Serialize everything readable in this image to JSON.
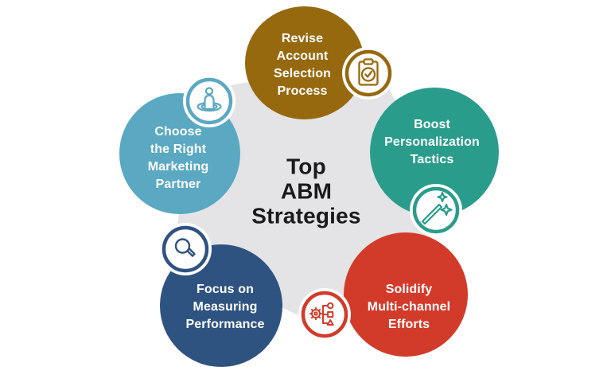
{
  "title": {
    "text": "Top\nABM\nStrategies",
    "color": "#1A1A1A"
  },
  "background": {
    "page": "#FFFFFF",
    "pentagon": "#E4E4E6"
  },
  "strategies": [
    {
      "name": "revise-account-selection-process",
      "label": "Revise\nAccount\nSelection\nProcess",
      "color": "#96690E",
      "text_color": "#FFFFFF",
      "icon": "clipboard-check-icon"
    },
    {
      "name": "boost-personalization-tactics",
      "label": "Boost\nPersonalization\nTactics",
      "color": "#2A9C8B",
      "text_color": "#FFFFFF",
      "icon": "magic-wand-icon"
    },
    {
      "name": "solidify-multi-channel-efforts",
      "label": "Solidify\nMulti-channel\nEfforts",
      "color": "#D23B2A",
      "text_color": "#FFFFFF",
      "icon": "process-flow-gear-icon"
    },
    {
      "name": "focus-on-measuring-performance",
      "label": "Focus on\nMeasuring\nPerformance",
      "color": "#2E5380",
      "text_color": "#FFFFFF",
      "icon": "magnifying-glass-icon"
    },
    {
      "name": "choose-the-right-marketing-partner",
      "label": "Choose\nthe Right\nMarketing\nPartner",
      "color": "#5AA8C2",
      "text_color": "#FFFFFF",
      "icon": "person-target-icon"
    }
  ]
}
